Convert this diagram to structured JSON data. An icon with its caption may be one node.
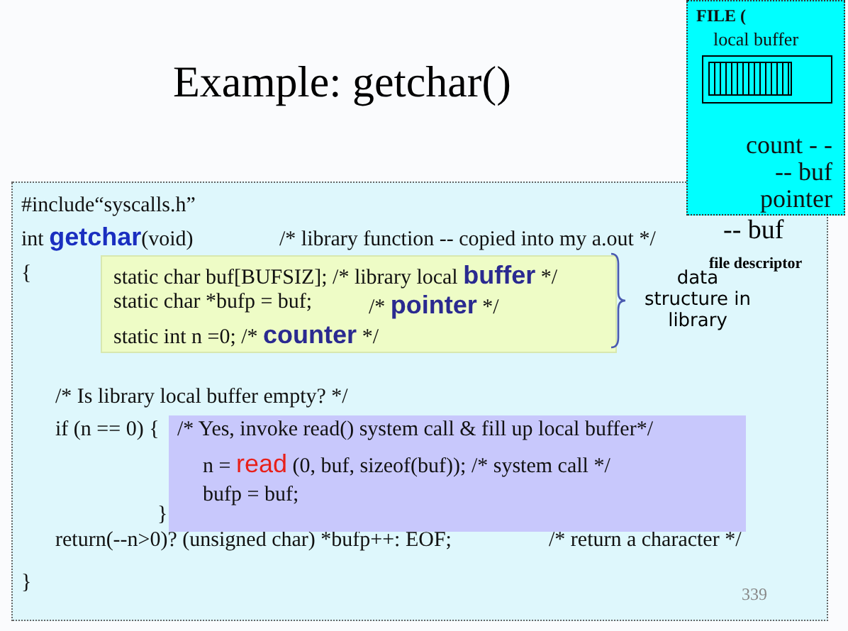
{
  "diagram": {
    "title": "Example: getchar()",
    "nodes": [
      {
        "text": [
          "FILE (",
          "local buffer",
          "count - --- buf pointer"
        ]
      },
      {
        "text": [
          "#include“syscalls.h”",
          "int **getchar**(void)",
          "/* library function -- copied into my a.out */",
          "{",
          "/* Is library local buffer empty? */",
          "if (n == 0) {",
          "}",
          "return(--n>0)? (unsigned char) *bufp++: EOF;",
          "/* return a character */",
          "}"
        ]
      },
      {
        "text": [
          "static char buf[BUFSIZ]; /* library local **buffer** */",
          "static char *bufp = buf;",
          "/* **pointer** */",
          "static int n =0; /* **counter** */"
        ],
        "in": 1
      },
      {
        "text": [
          "/* Yes, invoke read() system call & fill up local buffer*/",
          "n = **read** (0, buf, sizeof(buf)); /* system call */",
          "bufp = buf;"
        ],
        "in": 1
      }
    ],
    "labels": [
      "-- buf",
      "file descriptor",
      "data structure in library",
      "339"
    ]
  }
}
